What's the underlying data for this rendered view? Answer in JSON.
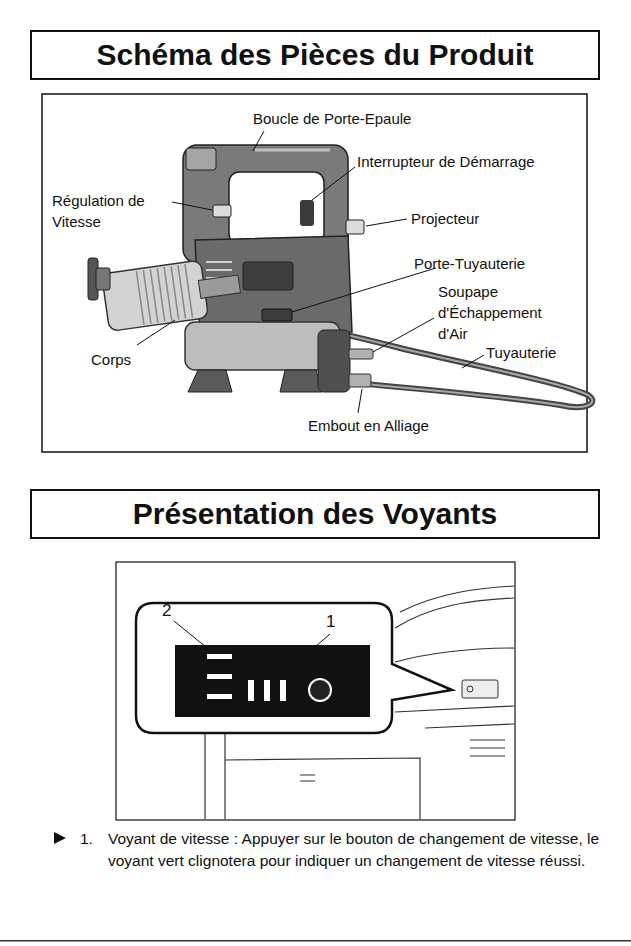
{
  "diagram": {
    "nodes": [
      {
        "text": [
          "Schéma des Pièces du Produit"
        ]
      },
      {
        "text": [
          "Présentation des Voyants"
        ]
      }
    ],
    "labels": [
      "Boucle de Porte-Epaule",
      "Interrupteur de Démarrage",
      "Régulation de Vitesse",
      "Projecteur",
      "Porte-Tuyauterie",
      "Soupape d'Échappement d'Air",
      "Tuyauterie",
      "Corps",
      "Embout en Alliage",
      "2",
      "1",
      "1.",
      "Voyant de vitesse : Appuyer sur le bouton de changement de vitesse, le voyant vert clignotera pour indiquer un changement de vitesse réussi."
    ]
  }
}
